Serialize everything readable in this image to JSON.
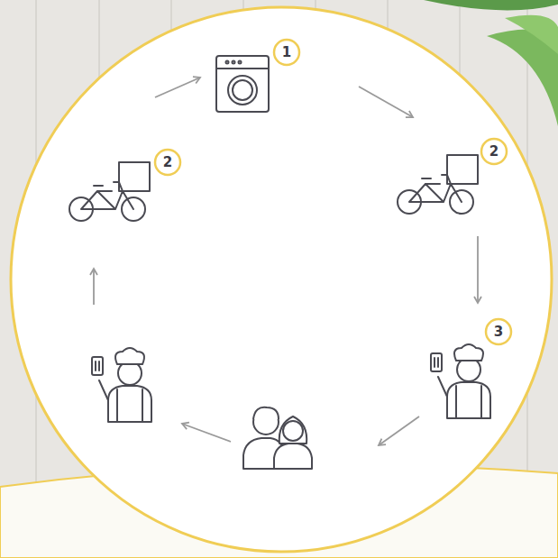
{
  "diagram": {
    "labels": [
      "1",
      "2",
      "3",
      "2"
    ]
  }
}
